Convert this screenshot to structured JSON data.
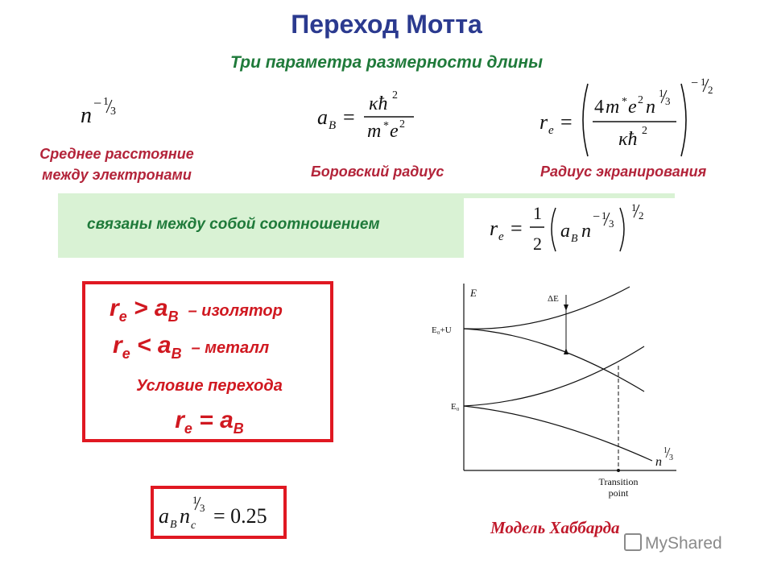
{
  "title": "Переход Мотта",
  "subtitle": "Три параметра размерности длины",
  "params": [
    {
      "label_line1": "Среднее расстояние",
      "label_line2": "между электронами"
    },
    {
      "label": "Боровский радиус"
    },
    {
      "label": "Радиус экранирования"
    }
  ],
  "relation_text": "связаны между собой соотношением",
  "conditions": {
    "insulator_label": "– изолятор",
    "metal_label": "– металл",
    "transition_heading": "Условие перехода"
  },
  "criterion_value": "= 0.25",
  "graph": {
    "y_axis": "E",
    "x_axis": "n",
    "level_upper": "E₀+U",
    "level_lower": "E₀",
    "gap_label": "ΔE",
    "transition_label_line1": "Transition",
    "transition_label_line2": "point"
  },
  "model_label": "Модель Хаббарда",
  "watermark": "MyShared",
  "colors": {
    "title": "#2b3a8f",
    "green": "#1f7a3a",
    "red": "#d01820",
    "box_bg": "#d9f2d4"
  }
}
